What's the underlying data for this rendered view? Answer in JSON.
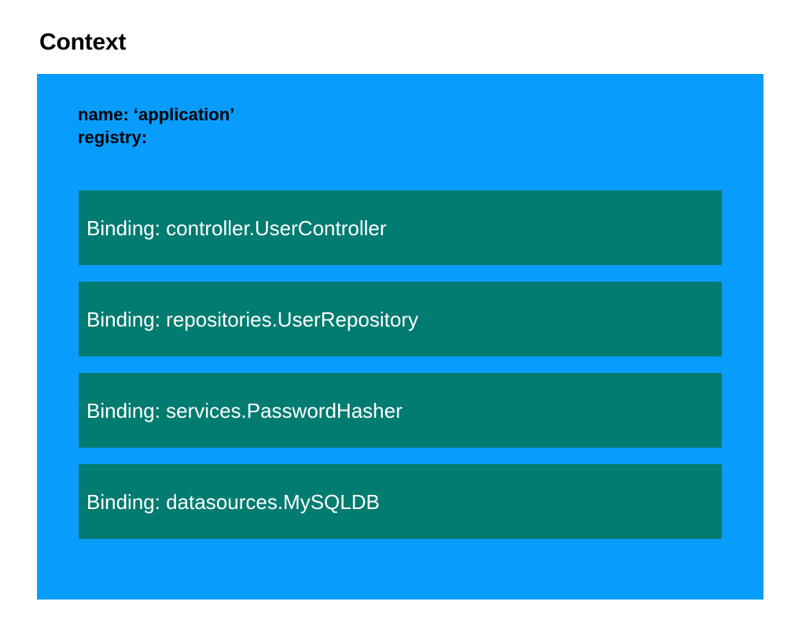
{
  "slide": {
    "title": "Context",
    "background_color": "#ffffff"
  },
  "context_box": {
    "background_color": "#089dfc",
    "name_line": "name: ‘application’",
    "registry_line": "registry:",
    "registry": {
      "item_color": "#027b70",
      "item_text_color": "#ffffff",
      "items": [
        {
          "label": "Binding: controller.UserController"
        },
        {
          "label": "Binding: repositories.UserRepository"
        },
        {
          "label": "Binding: services.PasswordHasher"
        },
        {
          "label": "Binding: datasources.MySQLDB"
        }
      ]
    }
  }
}
